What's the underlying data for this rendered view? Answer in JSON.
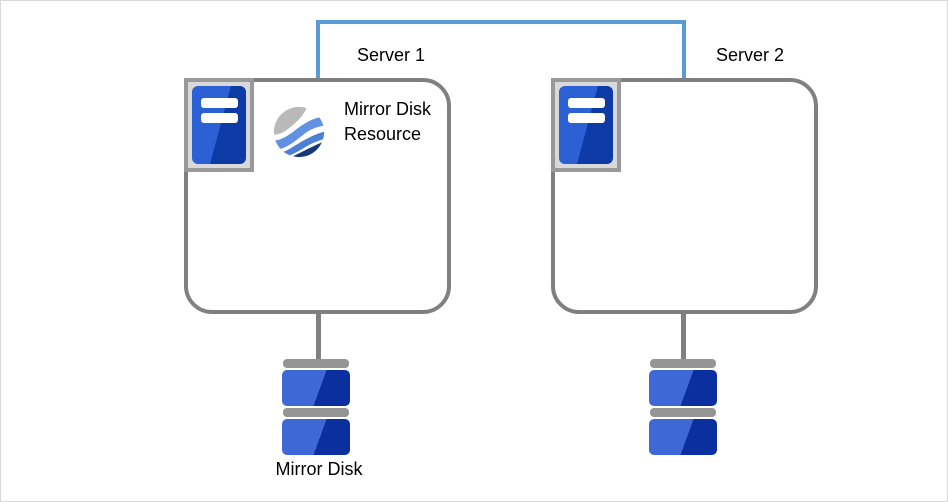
{
  "diagram": {
    "type": "cluster-mirror-disk-architecture",
    "nodes": {
      "server1": {
        "label": "Server 1"
      },
      "server2": {
        "label": "Server 2"
      },
      "mirror_disk_resource": {
        "label": "Mirror Disk Resource",
        "icon": "wave-sphere-icon"
      },
      "mirror_disk": {
        "label": "Mirror Disk",
        "icon": "disk-stack-icon"
      }
    },
    "connections": [
      {
        "from": "server1",
        "to": "server2",
        "style": "blue-interconnect"
      },
      {
        "from": "server1",
        "to": "mirror_disk",
        "style": "gray-line"
      },
      {
        "from": "server2",
        "to": "disk_stack_2",
        "style": "gray-line"
      }
    ],
    "colors": {
      "interconnect_blue": "#5b9bd5",
      "box_border_gray": "#808080",
      "icon_frame_gray": "#999999",
      "icon_frame_fill": "#d9d9d9",
      "server_blue_light": "#2b61d4",
      "server_blue_dark": "#0e3aa6",
      "disk_blue_light": "#3d68d6",
      "disk_blue_dark": "#0b2f9e",
      "disk_bar_gray": "#959595",
      "sphere_gray": "#b9b9b9",
      "sphere_blue_light": "#6191e2",
      "sphere_blue_mid": "#4c7fd6",
      "sphere_navy": "#16387a"
    }
  }
}
